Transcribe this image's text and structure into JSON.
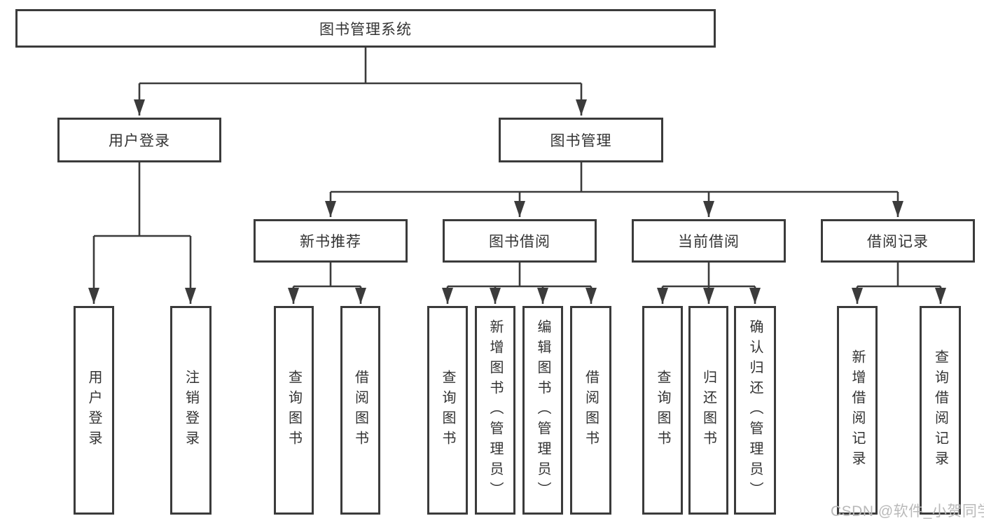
{
  "nodes": {
    "root": "图书管理系统",
    "user_login": "用户登录",
    "book_mgmt": "图书管理",
    "new_book_rec": "新书推荐",
    "book_borrow": "图书借阅",
    "current_borrow": "当前借阅",
    "borrow_record": "借阅记录",
    "leaf_user_login": "用户登录",
    "leaf_logout": "注销登录",
    "leaf_nb_query": "查询图书",
    "leaf_nb_borrow": "借阅图书",
    "leaf_bb_query": "查询图书",
    "leaf_bb_add": "新增图书（管理员）",
    "leaf_bb_edit": "编辑图书（管理员）",
    "leaf_bb_borrow": "借阅图书",
    "leaf_cb_query": "查询图书",
    "leaf_cb_return": "归还图书",
    "leaf_cb_confirm": "确认归还（管理员）",
    "leaf_br_add": "新增借阅记录",
    "leaf_br_query": "查询借阅记录"
  },
  "watermark": "CSDN @软件_小贺同学",
  "colors": {
    "line": "#3b3b3b",
    "text": "#333333",
    "watermark": "#b9b9b9",
    "background": "#ffffff"
  }
}
